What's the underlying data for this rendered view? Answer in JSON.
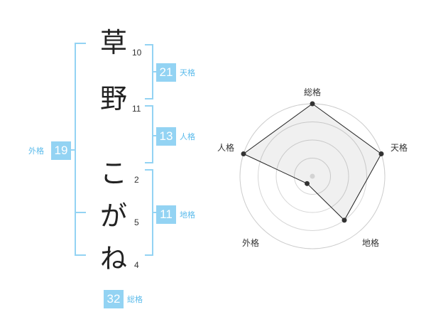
{
  "name": {
    "chars": [
      {
        "char": "草",
        "strokes": "10"
      },
      {
        "char": "野",
        "strokes": "11"
      },
      {
        "char": "こ",
        "strokes": "2"
      },
      {
        "char": "が",
        "strokes": "5"
      },
      {
        "char": "ね",
        "strokes": "4"
      }
    ]
  },
  "fortunes": {
    "tenkaku": {
      "label": "天格",
      "value": "21"
    },
    "jinkaku": {
      "label": "人格",
      "value": "13"
    },
    "chikaku": {
      "label": "地格",
      "value": "11"
    },
    "gaikaku": {
      "label": "外格",
      "value": "19"
    },
    "soukaku": {
      "label": "総格",
      "value": "32"
    }
  },
  "colors": {
    "accent": "#93d3f3",
    "accent_text": "#5bbbeb"
  },
  "chart_data": {
    "type": "radar",
    "axes": [
      "総格",
      "天格",
      "地格",
      "外格",
      "人格"
    ],
    "values": [
      4,
      4,
      3,
      0.5,
      4
    ],
    "rmax": 4,
    "rings": 4
  }
}
